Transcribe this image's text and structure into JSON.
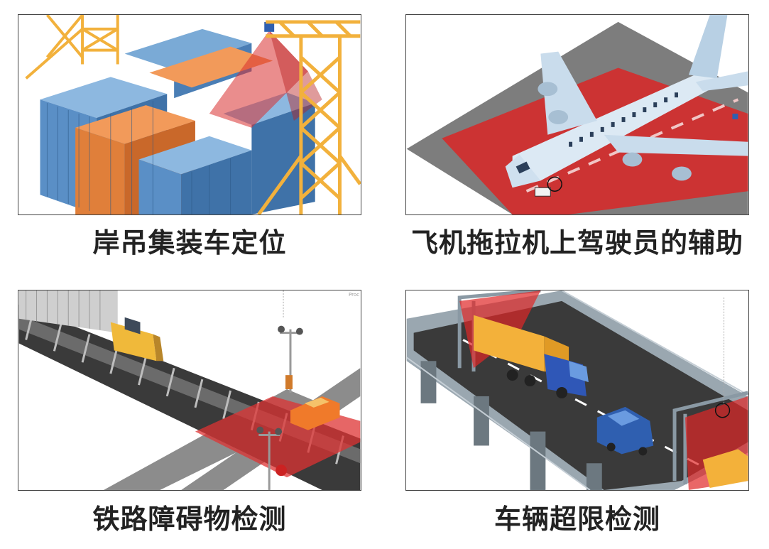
{
  "panels": [
    {
      "caption": "岸吊集装车定位",
      "illustration": "crane-container-illustration",
      "colors": {
        "container_blue": "#5a8fc6",
        "container_orange": "#e8894a",
        "crane": "#f2b13c",
        "sensor_red": "#d9302f"
      }
    },
    {
      "caption": "飞机拖拉机上驾驶员的辅助",
      "illustration": "aircraft-tug-illustration",
      "colors": {
        "ground": "#7d7d7d",
        "zone": "#cc3333",
        "plane": "#dce9f4",
        "engine": "#a7bfd3"
      }
    },
    {
      "caption": "铁路障碍物检测",
      "illustration": "railway-crossing-illustration",
      "colors": {
        "rail": "#555555",
        "locomotive": "#f0b93a",
        "zone": "#dd3333",
        "car": "#f07a2a"
      }
    },
    {
      "caption": "车辆超限检测",
      "illustration": "overhead-bridge-vehicle-illustration",
      "colors": {
        "bridge": "#9aa7b0",
        "road": "#3a3a3a",
        "truck_cargo": "#f3b13a",
        "truck_cab": "#2f57b7",
        "car": "#2f5fb0",
        "zone": "#e02626"
      }
    }
  ],
  "corner_label": "Proc"
}
